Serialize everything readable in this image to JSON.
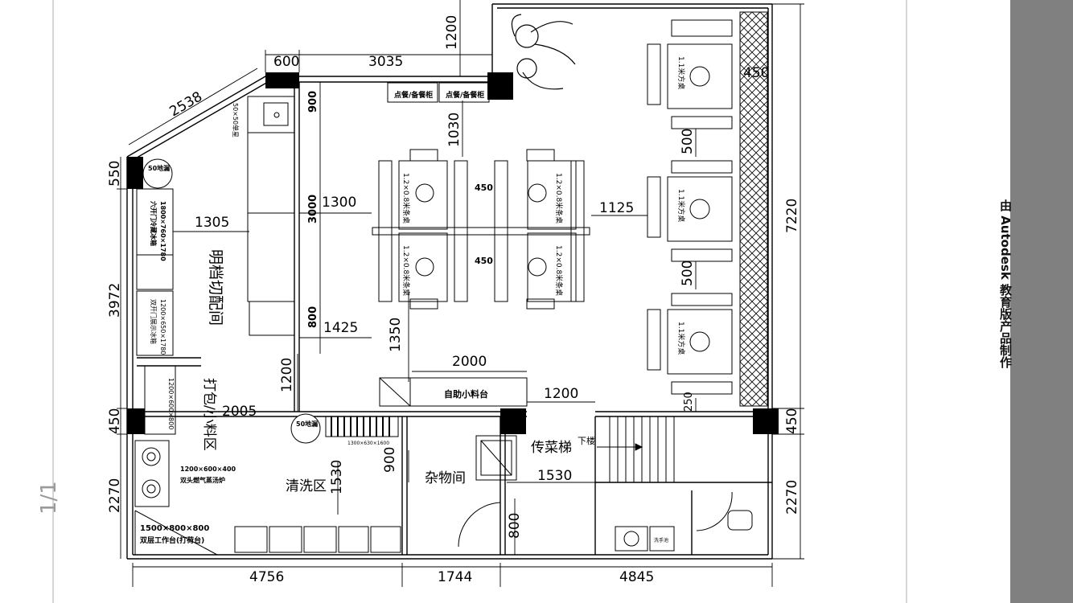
{
  "viewer": {
    "page_counter": "1/1",
    "watermark": "由 Autodesk 教育版产品制作"
  },
  "dimensions": {
    "top_600": "600",
    "top_3035": "3035",
    "top_1200": "1200",
    "diag_2538": "2538",
    "left_550": "550",
    "left_3972": "3972",
    "left_450": "450",
    "left_2270": "2270",
    "right_7220": "7220",
    "right_450": "450",
    "right_2270": "2270",
    "right_450_top": "450",
    "bottom_4756": "4756",
    "bottom_1744": "1744",
    "bottom_4845": "4845",
    "d_900": "900",
    "d_3000": "3000",
    "d_800": "800",
    "d_1300": "1300",
    "d_1305": "1305",
    "d_1425": "1425",
    "d_1350": "1350",
    "d_1200_v": "1200",
    "d_1030": "1030",
    "d_450_a": "450",
    "d_450_b": "450",
    "d_1125": "1125",
    "d_500_a": "500",
    "d_500_b": "500",
    "d_250": "250",
    "d_2000": "2000",
    "d_1200_h": "1200",
    "d_2005": "2005",
    "d_1530_a": "1530",
    "d_1530_b": "1530",
    "d_900_b": "900",
    "d_800_b": "800"
  },
  "rooms": {
    "dining_prep": "明档切配间",
    "wash": "清洗区",
    "storage": "杂物间",
    "dish_lift": "传菜梯",
    "down": "下楼",
    "packing": "打包/小料区"
  },
  "fixtures": {
    "order_cabinet_1": "点餐/备餐柜",
    "order_cabinet_2": "点餐/备餐柜",
    "self_service": "自助小料台",
    "table_label": "1.2×0.8米条桌",
    "square_table": "1.1米方桌",
    "floor_drain": "50地漏",
    "stove": "1200×600×400",
    "stove_desc": "双头燃气蒸汤炉",
    "workbench": "1500×800×800",
    "workbench_desc": "双层工作台(打荷台)",
    "fridge_1": "1800×760×1780",
    "fridge_1_desc": "六开门冷藏冰箱",
    "fridge_2": "1200×650×1780",
    "fridge_2_desc": "双开门展示冰箱",
    "sink": "50×50单星",
    "hand_sink": "洗手池",
    "dish_rack": "1300×630×1600",
    "cabinet_small": "1200×600×800"
  }
}
